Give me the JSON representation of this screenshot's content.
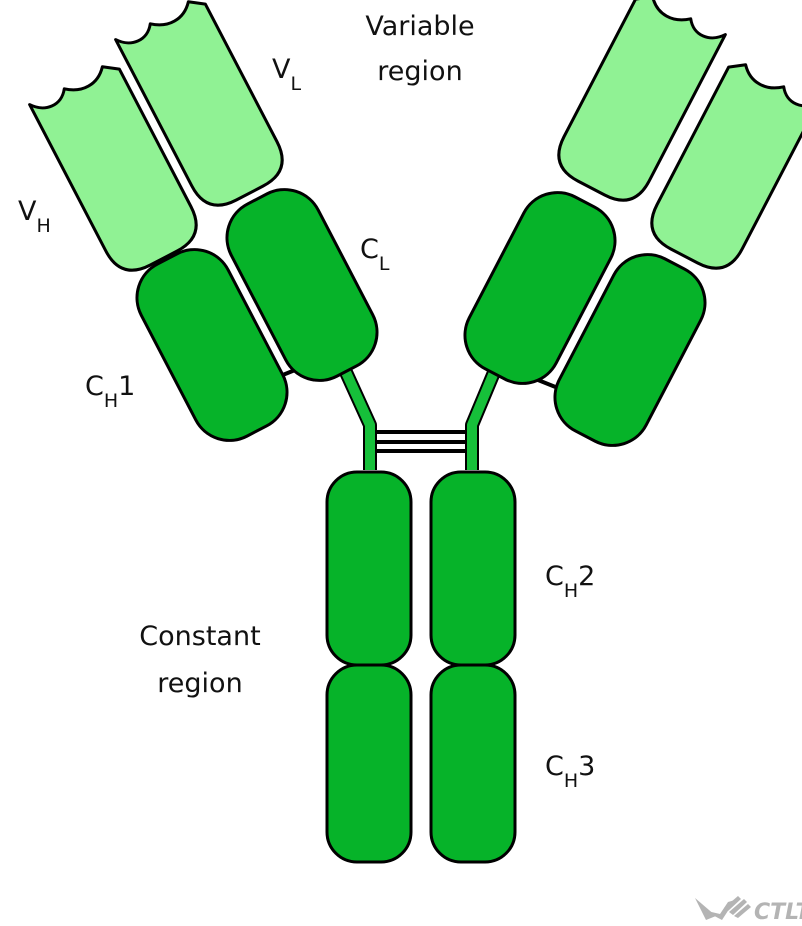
{
  "colors": {
    "variable_domain": "#90F294",
    "constant_domain": "#06B329",
    "hinge": "#16C03A",
    "outline": "#000000",
    "background": "#ffffff",
    "logo": "#b4b4b4"
  },
  "labels": {
    "variable_region": [
      "Variable",
      "region"
    ],
    "constant_region": [
      "Constant",
      "region"
    ],
    "vl": {
      "main": "V",
      "sub": "L"
    },
    "vh": {
      "main": "V",
      "sub": "H"
    },
    "cl": {
      "main": "C",
      "sub": "L"
    },
    "ch1": {
      "main": "C",
      "sub": "H",
      "suffix": "1"
    },
    "ch2": {
      "main": "C",
      "sub": "H",
      "suffix": "2"
    },
    "ch3": {
      "main": "C",
      "sub": "H",
      "suffix": "3"
    }
  },
  "logo": {
    "text": "CTLT",
    "icon": "ctlt-logo-icon"
  }
}
